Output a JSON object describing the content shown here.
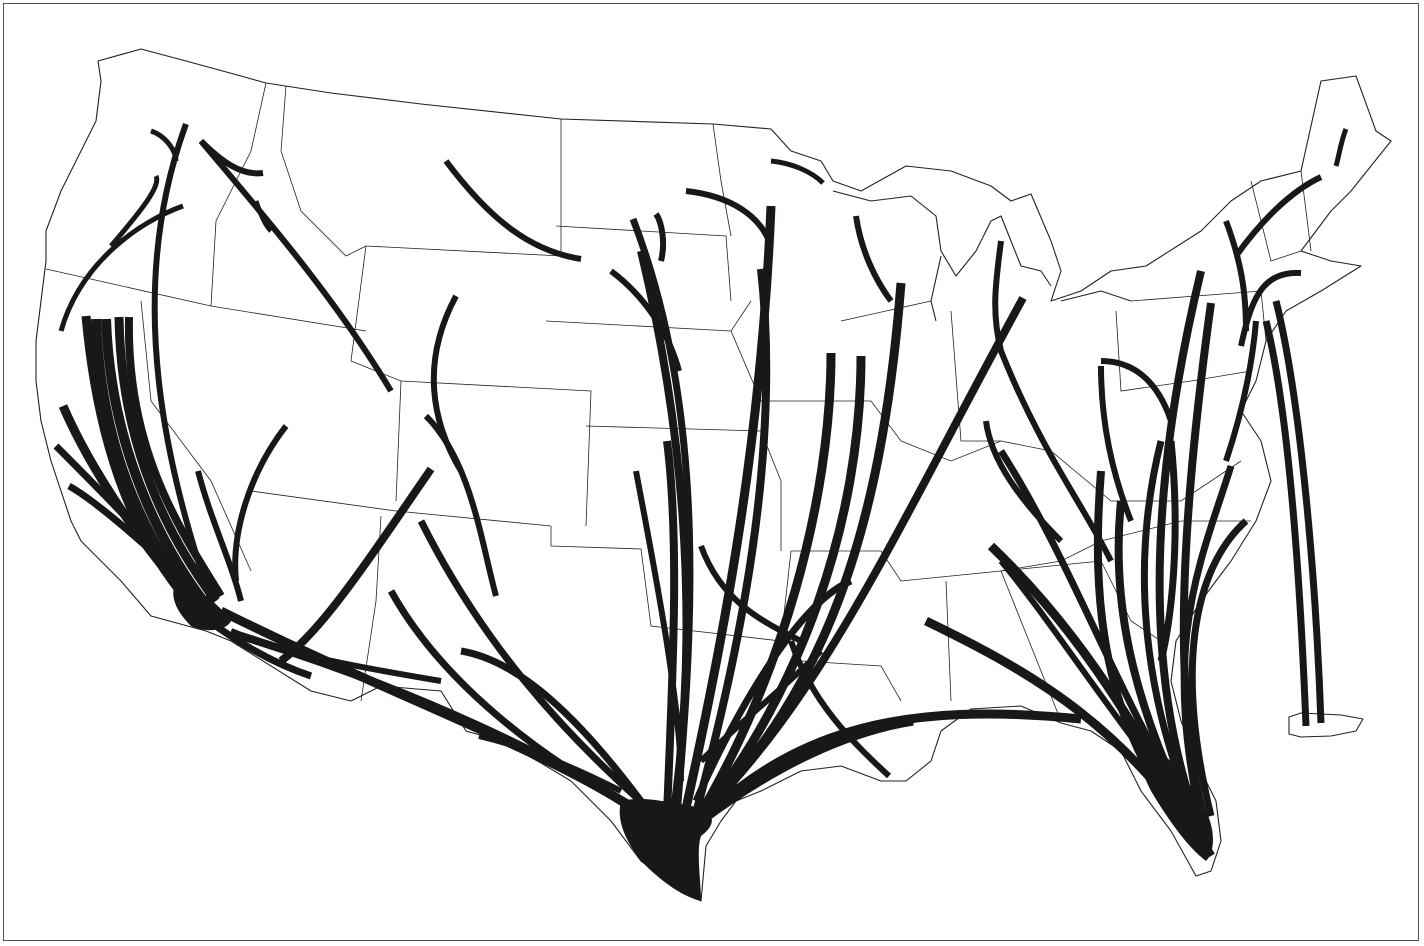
{
  "colors": {
    "flow": "#1a1718",
    "outline": "#222222",
    "background": "#ffffff",
    "frame": "#555555"
  },
  "map": {
    "kind": "flow-map",
    "region": "contiguous-united-states-and-puerto-rico",
    "text_labels": [],
    "flow_hubs": [
      "southern-california",
      "south-texas",
      "southern-florida",
      "puerto-rico"
    ]
  }
}
